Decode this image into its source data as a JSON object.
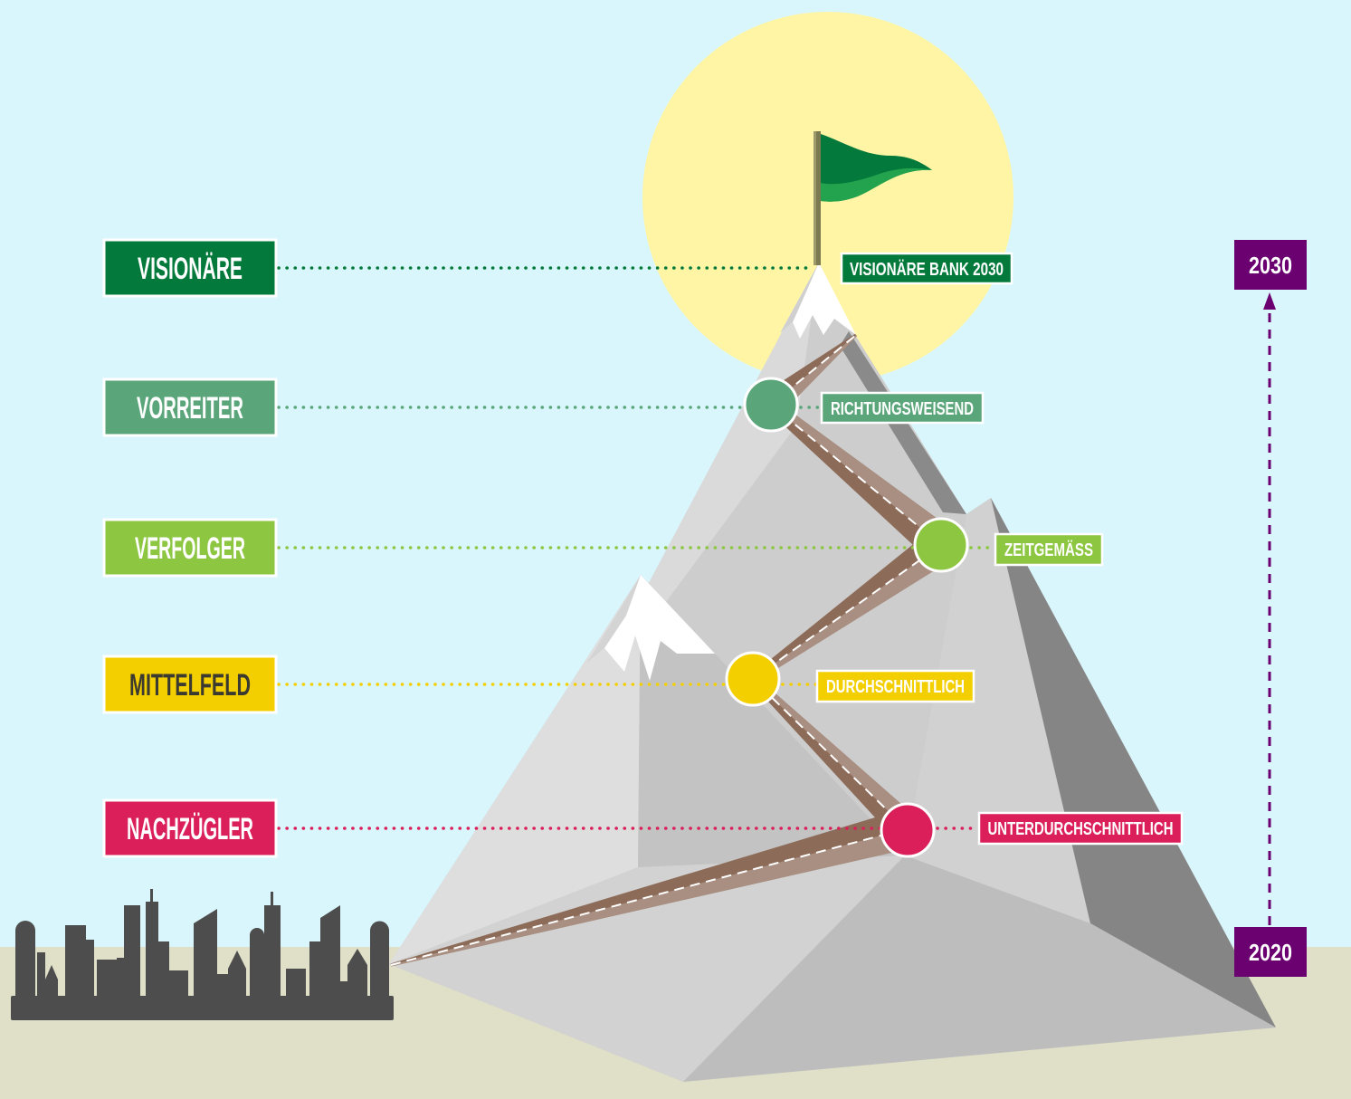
{
  "levels": [
    {
      "label": "VISIONÄRE",
      "description": "VISIONÄRE BANK 2030",
      "color": "#037a3b",
      "text_color": "#ffffff"
    },
    {
      "label": "VORREITER",
      "description": "RICHTUNGSWEISEND",
      "color": "#5aa67a",
      "text_color": "#ffffff"
    },
    {
      "label": "VERFOLGER",
      "description": "ZEITGEMÄSS",
      "color": "#8dc641",
      "text_color": "#ffffff"
    },
    {
      "label": "MITTELFELD",
      "description": "DURCHSCHNITTLICH",
      "color": "#f4cf00",
      "text_color": "#3b3a30"
    },
    {
      "label": "NACHZÜGLER",
      "description": "UNTERDURCHSCHNITTLICH",
      "color": "#da1f5a",
      "text_color": "#ffffff"
    }
  ],
  "timeline": {
    "start": "2020",
    "end": "2030",
    "color": "#6b0070"
  },
  "scene": {
    "sky": "#d9f6fd",
    "ground": "#e0dfc7",
    "sun": "#fff5a4",
    "trail": "#8c6b58",
    "trail_light": "#a98f81",
    "city": "#4d4d4d"
  },
  "icons": {
    "summit_flag": "flag-icon",
    "city": "city-skyline-icon",
    "timeline_arrow": "arrow-up-icon"
  }
}
